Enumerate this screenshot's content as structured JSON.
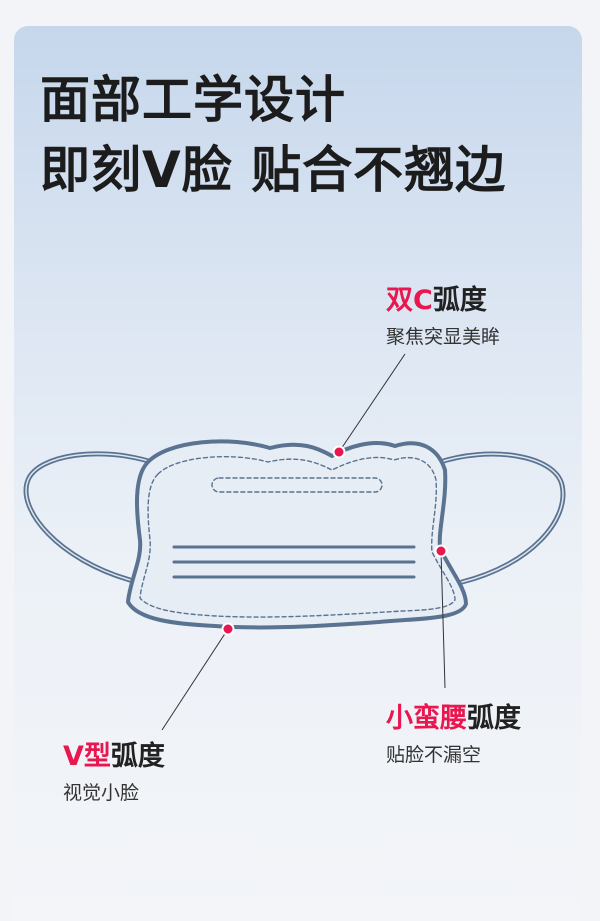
{
  "headline": {
    "line1": "面部工学设计",
    "line2": "即刻V脸 贴合不翘边"
  },
  "callouts": [
    {
      "id": "double-c",
      "accent": "双C",
      "rest": "弧度",
      "sub": "聚焦突显美眸"
    },
    {
      "id": "waist",
      "accent": "小蛮腰",
      "rest": "弧度",
      "sub": "贴脸不漏空"
    },
    {
      "id": "v-shape",
      "accent": "V型",
      "rest": "弧度",
      "sub": "视觉小脸"
    }
  ],
  "colors": {
    "accent": "#e8174f",
    "mask_outline": "#5a7391",
    "marker": "#e8174f"
  }
}
